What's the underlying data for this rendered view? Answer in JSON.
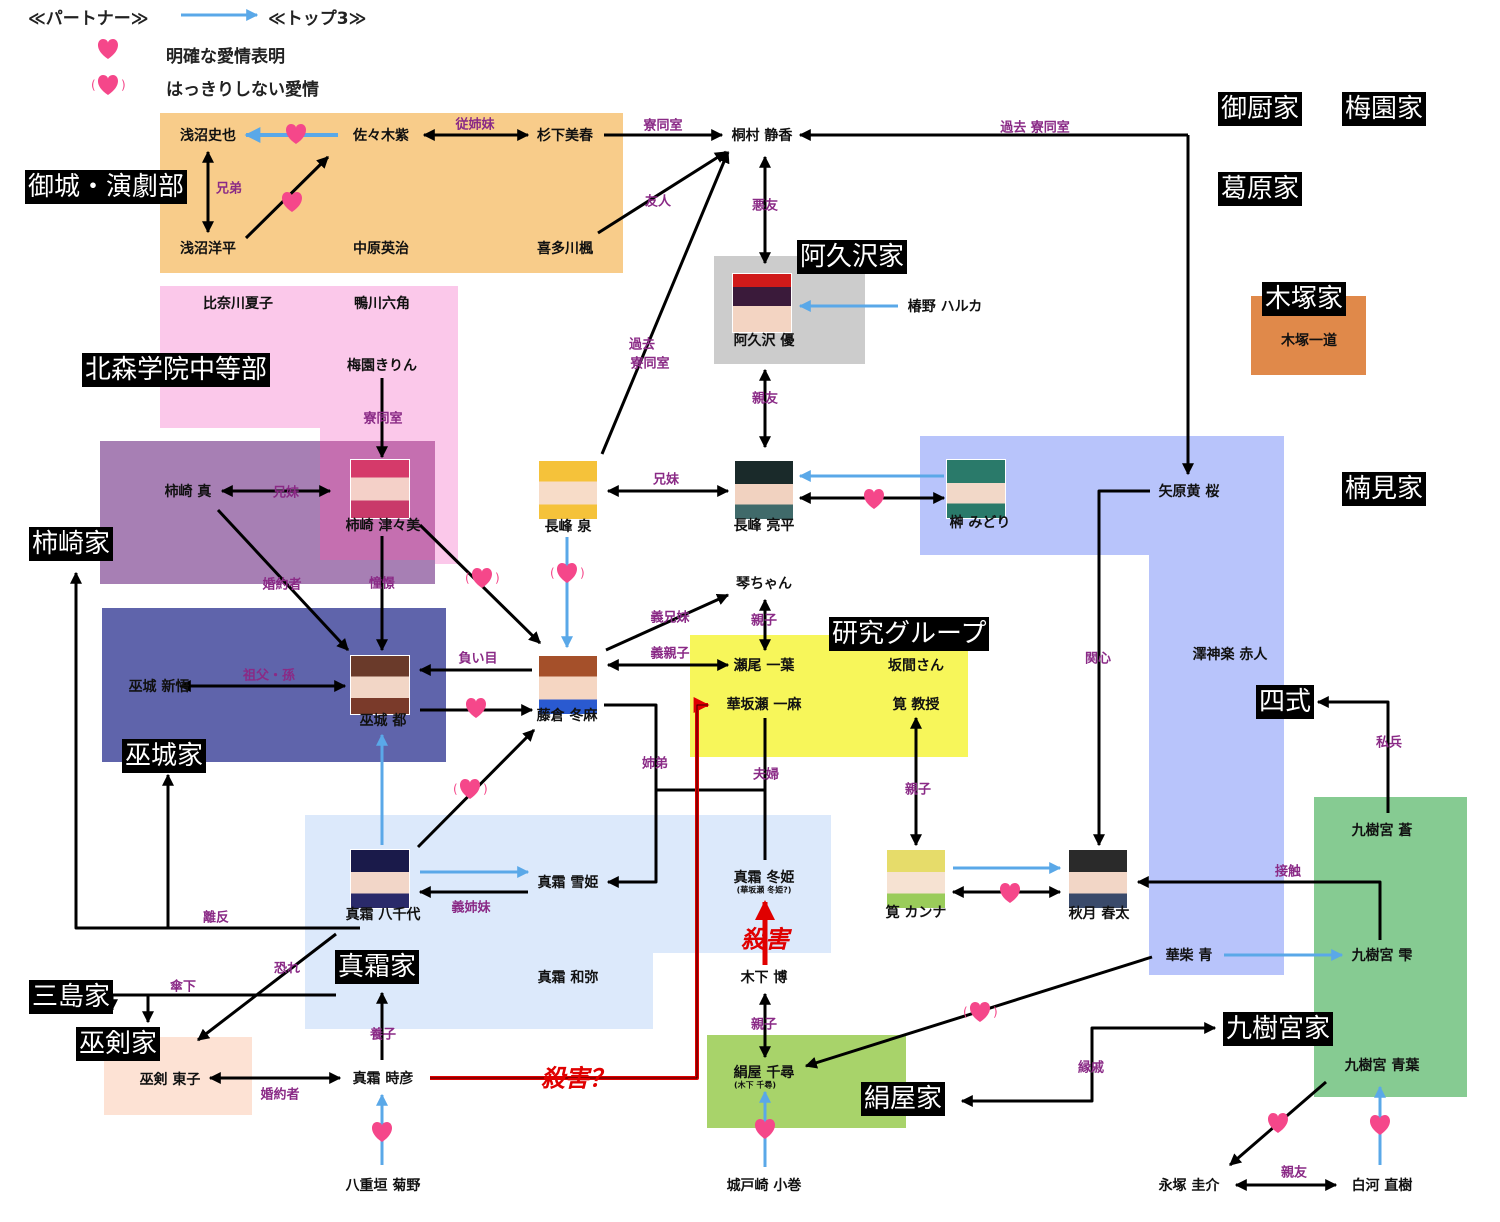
{
  "legend": {
    "partner_label": "≪パートナー≫",
    "top3_label": "≪トップ3≫",
    "clear_love": "明確な愛情表明",
    "unclear_love": "はっきりしない愛情"
  },
  "families": {
    "mikuriya": "御厨家",
    "umezono": "梅園家",
    "kuzuhara": "葛原家",
    "kizuka": "木塚家",
    "kusumi": "楠見家",
    "mishiro_drama": "御城・演劇部",
    "akuzawa": "阿久沢家",
    "hokumori": "北森学院中等部",
    "kakizaki": "柿崎家",
    "kenkyu": "研究グループ",
    "mishiro": "巫城家",
    "shishiki": "四式",
    "mashimo": "真霜家",
    "mishima": "三島家",
    "miken": "巫剣家",
    "kukinomiya": "九樹宮家",
    "kinuya": "絹屋家"
  },
  "people": {
    "asanuma_fumiya": "浅沼史也",
    "sasaki_yukari": "佐々木紫",
    "sugishita_miharu": "杉下美春",
    "kirimura_shizuka": "桐村 静香",
    "asanuma_yohei": "浅沼洋平",
    "nakahara_eiji": "中原英治",
    "kitagawa_kaede": "喜多川楓",
    "hinagawa_natsuko": "比奈川夏子",
    "kamogawa_mutsuno": "鴨川六角",
    "akuzawa_yu": "阿久沢 優",
    "tsubakino_haruka": "椿野 ハルカ",
    "kizuka_ichido": "木塚一道",
    "umezono_kirin": "梅園きりん",
    "kakizaki_makoto": "柿崎 真",
    "kakizaki_tsutsumi": "柿崎 津々美",
    "nagamine_izumi": "長峰 泉",
    "nagamine_ryohei": "長峰 亮平",
    "sakaki_midori": "榊 みどり",
    "yahara_kizakura": "矢原黄 桜",
    "koto_chan": "琴ちゃん",
    "mishiro_shingo": "巫城 新悟",
    "mishiro_miyako": "巫城 都",
    "fujikura_toma": "藤倉 冬麻",
    "seo_ichiyo": "瀬尾 一葉",
    "sakama_san": "坂間さん",
    "hanasakase_ichima": "華坂瀬 一麻",
    "kakehi_prof": "筧 教授",
    "sawagami_akato": "澤神楽 赤人",
    "kukinomiya_ao": "九樹宮 蒼",
    "mashimo_yachiyo": "真霜 八千代",
    "mashimo_yukihime": "真霜 雪姫",
    "mashimo_fuyuhime": "真霜 冬姫",
    "mashimo_fuyuhime_note": "(華坂瀬 冬姫?)",
    "kakehi_kanna": "筧 カンナ",
    "akizuki_shunta": "秋月 春太",
    "mashimo_kazuya": "真霜 和弥",
    "kinoshita_hiroshi": "木下 博",
    "kashiba_ao": "華柴 青",
    "kukinomiya_shizuku": "九樹宮 雫",
    "miken_haruko": "巫剣 東子",
    "mashimo_tokihiko": "真霜 時彦",
    "kinuya_chihiro": "絹屋 千尋",
    "kinuya_chihiro_note": "(木下 千尋)",
    "kukinomiya_aoba": "九樹宮 青葉",
    "yaegaki_kikuno": "八重垣 菊野",
    "shirotosaki_komaki": "城戸崎 小巻",
    "nagatsuka_keisuke": "永塚 圭介",
    "shirakawa_naoki": "白河 直樹"
  },
  "relations": {
    "juushimai": "従姉妹",
    "ryodoshitsu1": "寮同室",
    "kako_ryodoshitsu_top": "過去 寮同室",
    "kyodai1": "兄弟",
    "yujin": "友人",
    "akuyu": "悪友",
    "kako": "過去",
    "ryodoshitsu2": "寮同室",
    "shinyu1": "親友",
    "ryodoshitsu3": "寮同室",
    "kyodai2": "兄妹",
    "kyodai3": "兄妹",
    "konyakusha1": "婚約者",
    "shokei": "憧憬",
    "gikyodai": "義兄妹",
    "oyako1": "親子",
    "gioyako": "義親子",
    "oime": "負い目",
    "sofu_mago": "祖父・孫",
    "kanshin": "関心",
    "shihei": "私兵",
    "shitei": "姉弟",
    "fufu": "夫婦",
    "oyako2": "親子",
    "sesshoku": "接触",
    "gishimai": "義姉妹",
    "hanhan": "離反",
    "osore": "恐れ",
    "sanka": "傘下",
    "yoshi": "養子",
    "konyakusha2": "婚約者",
    "oyako3": "親子",
    "enseki": "縁戚",
    "shinyu2": "親友"
  },
  "annotations": {
    "satsugai": "殺害",
    "satsugai_q": "殺害？"
  },
  "colors": {
    "drama_club": "#f8cc8a",
    "akuzawa_bg": "#cccccc",
    "kizuka_bg": "#e0894a",
    "hokumori_bg": "#fbc8ea",
    "kakizaki_bg": "#a77fb4",
    "mishiro_bg": "#5f64ab",
    "kusumi_bg": "#b8c4fb",
    "kenkyu_bg": "#f7f65a",
    "mashimo_bg": "#dce9fb",
    "kukinomiya_bg": "#86cb92",
    "miken_bg": "#fde2d4",
    "kinuya_bg": "#a8d36a",
    "arrow_black": "#000000",
    "arrow_blue": "#5aa8e8",
    "heart": "#f5478a",
    "kill_red": "#e00000",
    "relation_text": "#8a2a86"
  }
}
